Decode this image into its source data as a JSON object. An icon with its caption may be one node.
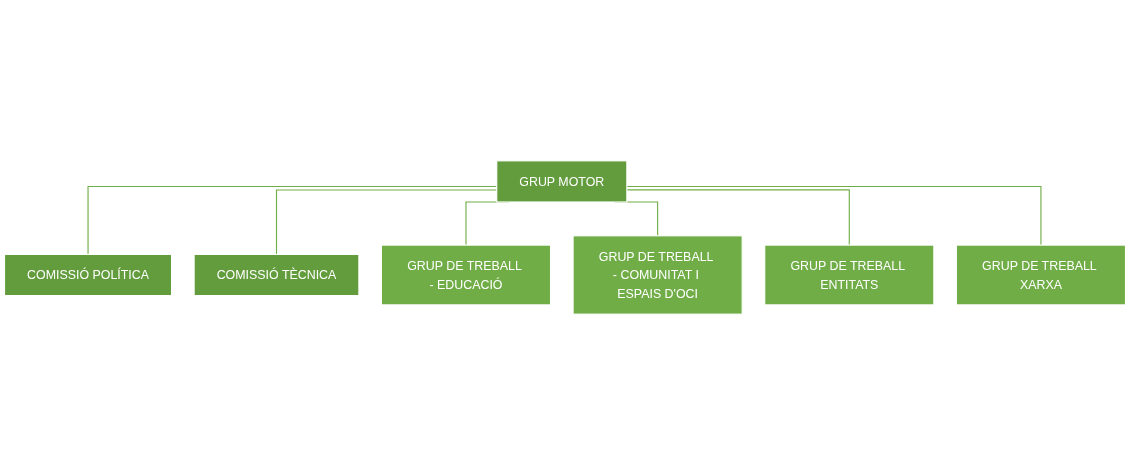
{
  "diagram": {
    "nodes": [
      {
        "text": [
          "GRUP MOTOR"
        ]
      },
      {
        "text": [
          "COMISSIÓ POLÍTICA"
        ]
      },
      {
        "text": [
          "COMISSIÓ TÈCNICA"
        ]
      },
      {
        "text": [
          "GRUP DE TREBALL - EDUCACIÓ"
        ]
      },
      {
        "text": [
          "GRUP DE TREBALL - COMUNITAT I ESPAIS D'OCI"
        ]
      },
      {
        "text": [
          "GRUP DE TREBALL ENTITATS"
        ]
      },
      {
        "text": [
          "GRUP DE TREBALL XARXA"
        ]
      }
    ],
    "edges": [
      {
        "from": 0,
        "to": 1,
        "arrow": "none"
      },
      {
        "from": 0,
        "to": 2,
        "arrow": "none"
      },
      {
        "from": 0,
        "to": 3,
        "arrow": "none"
      },
      {
        "from": 0,
        "to": 4,
        "arrow": "none"
      },
      {
        "from": 0,
        "to": 5,
        "arrow": "none"
      },
      {
        "from": 0,
        "to": 6,
        "arrow": "none"
      }
    ]
  }
}
